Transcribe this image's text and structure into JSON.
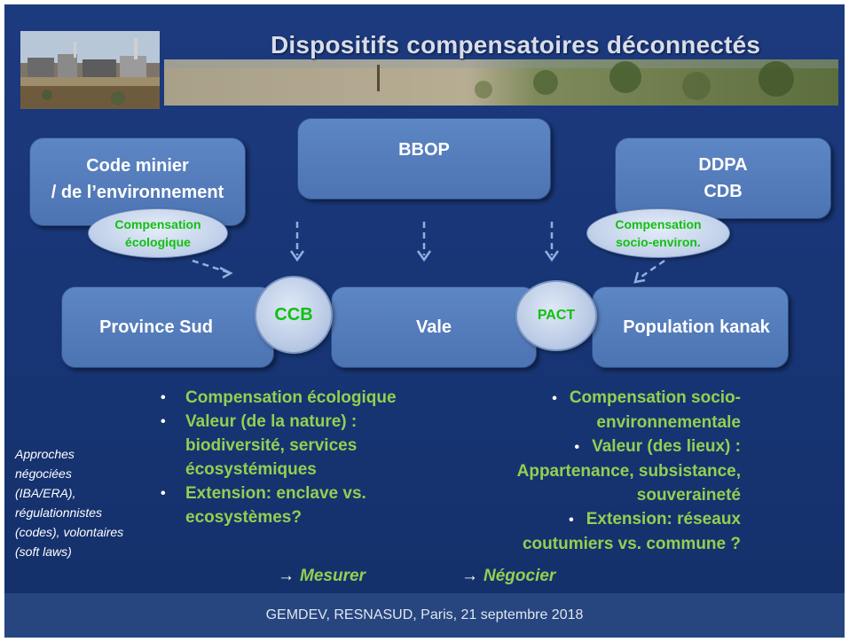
{
  "title": "Dispositifs compensatoires déconnectés",
  "top_boxes": {
    "left": "Code minier\n/ de l’environnement",
    "center": "BBOP",
    "right": "DDPA\nCDB"
  },
  "ellipses": {
    "left": "Compensation\nécologique",
    "right": "Compensation\nsocio-environ."
  },
  "middle_row": {
    "left": "Province Sud",
    "center": "Vale",
    "right": "Population kanak",
    "circle_left": "CCB",
    "circle_right": "PACT"
  },
  "bullets_left": [
    "Compensation écologique",
    "Valeur (de la nature) : biodiversité, services écosystémiques",
    "Extension: enclave vs. ecosystèmes?"
  ],
  "bullets_right": [
    "Compensation socio-environnementale",
    "Valeur (des lieux) : Appartenance, subsistance, souveraineté",
    "Extension: réseaux coutumiers vs. commune ?"
  ],
  "side_note": "Approches négociées (IBA/ERA), régulationnistes (codes), volontaires (soft laws)",
  "arrow_left": {
    "glyph": "→",
    "text": "Mesurer"
  },
  "arrow_right": {
    "glyph": "→",
    "text": "Négocier"
  },
  "footer": "GEMDEV, RESNASUD, Paris, 21 septembre 2018"
}
